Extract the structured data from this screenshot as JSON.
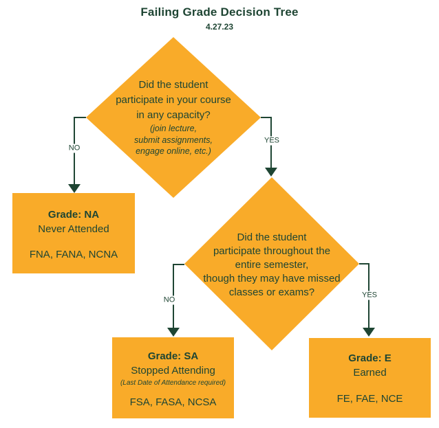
{
  "title": "Failing Grade Decision Tree",
  "date": "4.27.23",
  "colors": {
    "orange": "#F9AB29",
    "green": "#1E4533"
  },
  "diamond1": {
    "question_lines": [
      "Did the student",
      "participate in your course",
      "in any capacity?"
    ],
    "note_lines": [
      "(join lecture,",
      "submit assignments,",
      "engage online, etc.)"
    ],
    "no_label": "NO",
    "yes_label": "YES"
  },
  "diamond2": {
    "question_lines": [
      "Did the student",
      "participate throughout the",
      "entire semester,",
      "though they may have missed",
      "classes or exams?"
    ],
    "no_label": "NO",
    "yes_label": "YES"
  },
  "boxes": {
    "na": {
      "grade": "Grade: NA",
      "name": "Never Attended",
      "codes": "FNA, FANA, NCNA"
    },
    "sa": {
      "grade": "Grade: SA",
      "name": "Stopped Attending",
      "note": "(Last Date of Attendance required)",
      "codes": "FSA, FASA, NCSA"
    },
    "e": {
      "grade": "Grade: E",
      "name": "Earned",
      "codes": "FE, FAE, NCE"
    }
  }
}
